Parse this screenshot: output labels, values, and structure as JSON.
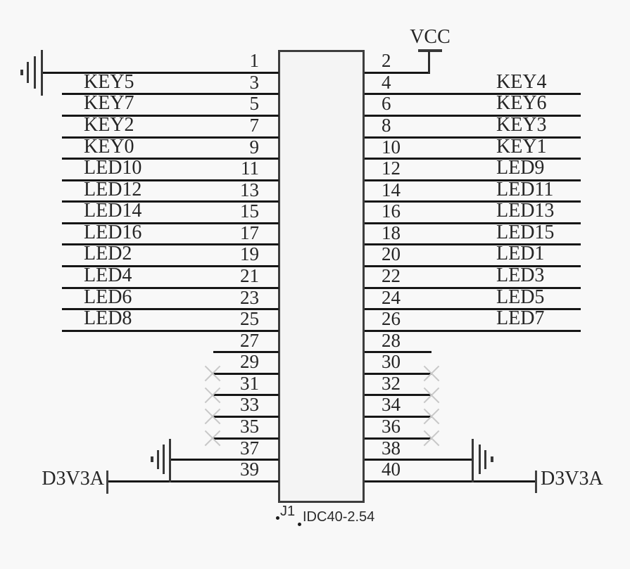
{
  "diagram": {
    "designator": "J1",
    "part_number": "IDC40-2.54",
    "vcc_label": "VCC",
    "left_power_label": "D3V3A",
    "right_power_label": "D3V3A"
  },
  "rows": [
    {
      "left_pin": "1",
      "right_pin": "2",
      "left_label": "",
      "right_label": "",
      "left_type": "gnd-top",
      "right_type": "vcc"
    },
    {
      "left_pin": "3",
      "right_pin": "4",
      "left_label": "KEY5",
      "right_label": "KEY4",
      "left_type": "net",
      "right_type": "net"
    },
    {
      "left_pin": "5",
      "right_pin": "6",
      "left_label": "KEY7",
      "right_label": "KEY6",
      "left_type": "net",
      "right_type": "net"
    },
    {
      "left_pin": "7",
      "right_pin": "8",
      "left_label": "KEY2",
      "right_label": "KEY3",
      "left_type": "net",
      "right_type": "net"
    },
    {
      "left_pin": "9",
      "right_pin": "10",
      "left_label": "KEY0",
      "right_label": "KEY1",
      "left_type": "net",
      "right_type": "net"
    },
    {
      "left_pin": "11",
      "right_pin": "12",
      "left_label": "LED10",
      "right_label": "LED9",
      "left_type": "net",
      "right_type": "net"
    },
    {
      "left_pin": "13",
      "right_pin": "14",
      "left_label": "LED12",
      "right_label": "LED11",
      "left_type": "net",
      "right_type": "net"
    },
    {
      "left_pin": "15",
      "right_pin": "16",
      "left_label": "LED14",
      "right_label": "LED13",
      "left_type": "net",
      "right_type": "net"
    },
    {
      "left_pin": "17",
      "right_pin": "18",
      "left_label": "LED16",
      "right_label": "LED15",
      "left_type": "net",
      "right_type": "net"
    },
    {
      "left_pin": "19",
      "right_pin": "20",
      "left_label": "LED2",
      "right_label": "LED1",
      "left_type": "net",
      "right_type": "net"
    },
    {
      "left_pin": "21",
      "right_pin": "22",
      "left_label": "LED4",
      "right_label": "LED3",
      "left_type": "net",
      "right_type": "net"
    },
    {
      "left_pin": "23",
      "right_pin": "24",
      "left_label": "LED6",
      "right_label": "LED5",
      "left_type": "net",
      "right_type": "net"
    },
    {
      "left_pin": "25",
      "right_pin": "26",
      "left_label": "LED8",
      "right_label": "LED7",
      "left_type": "net",
      "right_type": "net"
    },
    {
      "left_pin": "27",
      "right_pin": "28",
      "left_label": "",
      "right_label": "",
      "left_type": "stub",
      "right_type": "stub"
    },
    {
      "left_pin": "29",
      "right_pin": "30",
      "left_label": "",
      "right_label": "",
      "left_type": "nc",
      "right_type": "nc"
    },
    {
      "left_pin": "31",
      "right_pin": "32",
      "left_label": "",
      "right_label": "",
      "left_type": "nc",
      "right_type": "nc"
    },
    {
      "left_pin": "33",
      "right_pin": "34",
      "left_label": "",
      "right_label": "",
      "left_type": "nc",
      "right_type": "nc"
    },
    {
      "left_pin": "35",
      "right_pin": "36",
      "left_label": "",
      "right_label": "",
      "left_type": "nc",
      "right_type": "nc"
    },
    {
      "left_pin": "37",
      "right_pin": "38",
      "left_label": "",
      "right_label": "",
      "left_type": "gnd",
      "right_type": "gnd"
    },
    {
      "left_pin": "39",
      "right_pin": "40",
      "left_label": "",
      "right_label": "",
      "left_type": "port",
      "right_type": "port"
    }
  ]
}
